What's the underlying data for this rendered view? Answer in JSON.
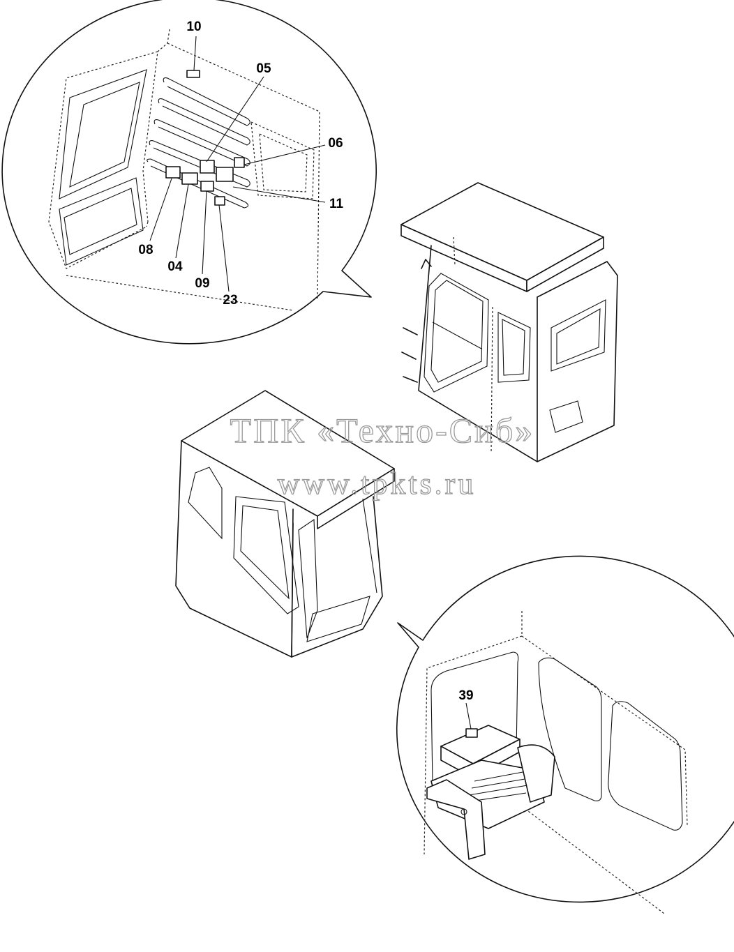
{
  "callouts": {
    "c10": "10",
    "c05": "05",
    "c06": "06",
    "c11": "11",
    "c08": "08",
    "c04": "04",
    "c09": "09",
    "c23": "23",
    "c39": "39"
  },
  "watermark": {
    "line1": "ТПК «Техно-Сиб»",
    "line2": "www.tpkts.ru"
  },
  "colors": {
    "line": "#111111",
    "watermark": "#9a9a9a",
    "background": "#ffffff"
  }
}
